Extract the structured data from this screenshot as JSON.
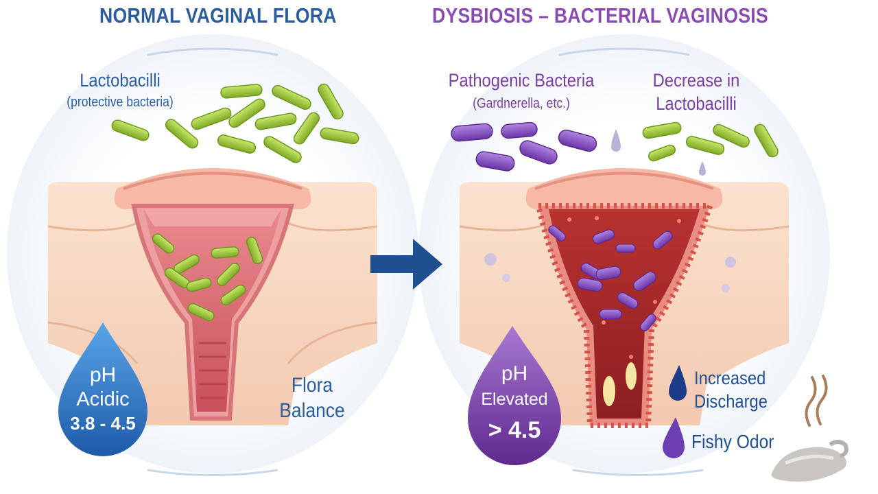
{
  "panels": {
    "normal": {
      "title": "NORMAL VAGINAL FLORA",
      "bacteria_label": "Lactobacilli",
      "bacteria_sublabel": "(protective bacteria)",
      "ph": {
        "line1": "pH",
        "line2": "Acidic",
        "line3": "3.8 - 4.5"
      },
      "balance": {
        "line1": "Flora",
        "line2": "Balance"
      }
    },
    "dysbiosis": {
      "title": "DYSBIOSIS – BACTERIAL VAGINOSIS",
      "pathogen_label": "Pathogenic Bacteria",
      "pathogen_sublabel": "(Gardnerella, etc.)",
      "decrease": {
        "line1": "Decrease in",
        "line2": "Lactobacilli"
      },
      "ph": {
        "line1": "pH",
        "line2": "Elevated",
        "line3": "> 4.5"
      },
      "discharge": {
        "line1": "Increased",
        "line2": "Discharge"
      },
      "odor": "Fishy Odor"
    }
  },
  "colors": {
    "normal_title": "#2b5d9c",
    "dysbiosis_title": "#8a4bb0",
    "lactobacilli": "#9ccc3c",
    "pathogen": "#8a55c8",
    "arrow": "#1f4f8e",
    "ph_normal_drop": "#2d73c0",
    "ph_elevated_drop": "#7a3ea8"
  }
}
